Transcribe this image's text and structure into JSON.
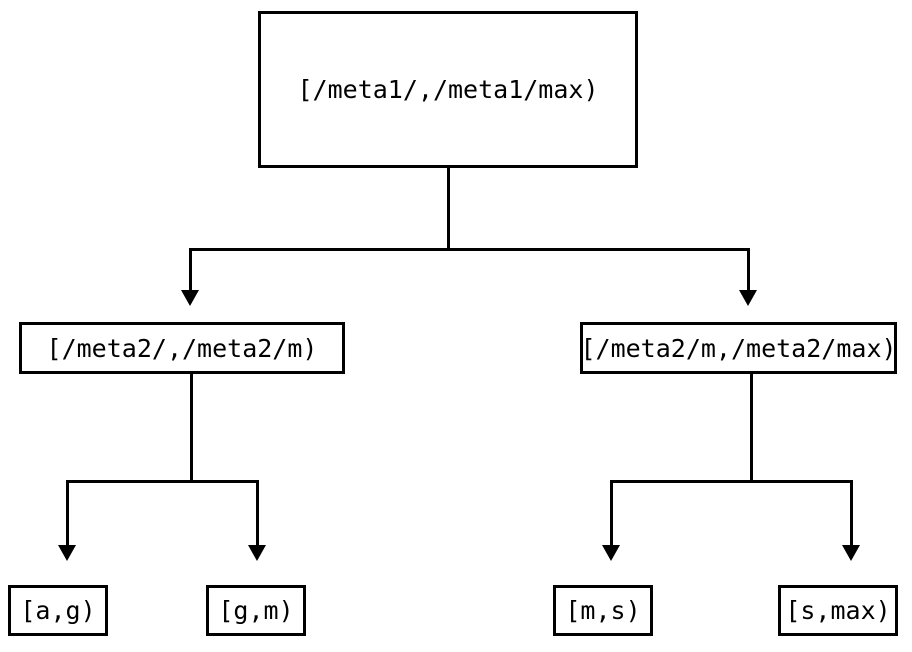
{
  "diagram": {
    "type": "tree",
    "title": "",
    "levels": 3,
    "node_count": 7,
    "edge_count": 6,
    "colors": {
      "stroke": "#000000",
      "fill": "#ffffff",
      "background": "#ffffff",
      "text": "#000000"
    },
    "nodes": {
      "root": {
        "label": "[/meta1/,/meta1/max)",
        "level": 0
      },
      "mid_left": {
        "label": "[/meta2/,/meta2/m)",
        "level": 1
      },
      "mid_right": {
        "label": "[/meta2/m,/meta2/max)",
        "level": 1
      },
      "leaf_1": {
        "label": "[a,g)",
        "level": 2
      },
      "leaf_2": {
        "label": "[g,m)",
        "level": 2
      },
      "leaf_3": {
        "label": "[m,s)",
        "level": 2
      },
      "leaf_4": {
        "label": "[s,max)",
        "level": 2
      }
    },
    "edges": [
      {
        "from": "root",
        "to": "mid_left",
        "arrow": "down"
      },
      {
        "from": "root",
        "to": "mid_right",
        "arrow": "down"
      },
      {
        "from": "mid_left",
        "to": "leaf_1",
        "arrow": "down"
      },
      {
        "from": "mid_left",
        "to": "leaf_2",
        "arrow": "down"
      },
      {
        "from": "mid_right",
        "to": "leaf_3",
        "arrow": "down"
      },
      {
        "from": "mid_right",
        "to": "leaf_4",
        "arrow": "down"
      }
    ]
  }
}
